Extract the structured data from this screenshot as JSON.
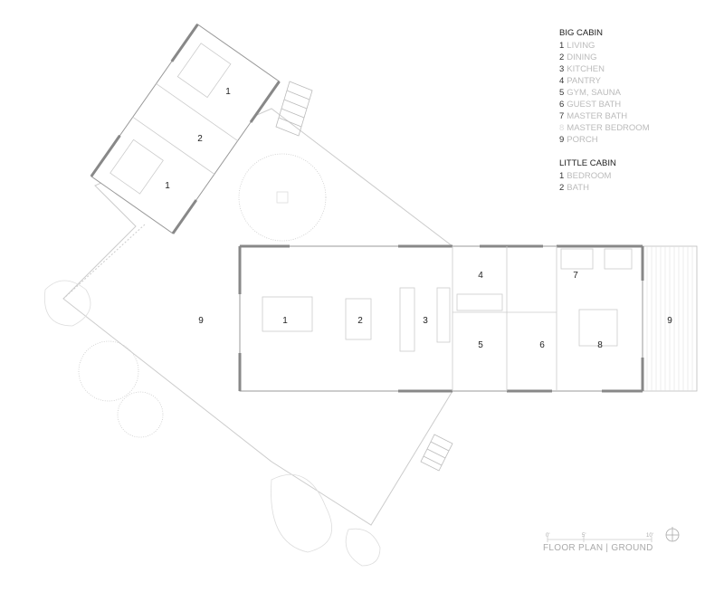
{
  "legend": {
    "big_cabin": {
      "heading": "BIG CABIN",
      "items": [
        {
          "num": "1",
          "label": "LIVING"
        },
        {
          "num": "2",
          "label": "DINING"
        },
        {
          "num": "3",
          "label": "KITCHEN"
        },
        {
          "num": "4",
          "label": "PANTRY"
        },
        {
          "num": "5",
          "label": "GYM, SAUNA"
        },
        {
          "num": "6",
          "label": "GUEST BATH"
        },
        {
          "num": "7",
          "label": "MASTER BATH"
        },
        {
          "num": "8",
          "label": "MASTER BEDROOM"
        },
        {
          "num": "9",
          "label": "PORCH"
        }
      ]
    },
    "little_cabin": {
      "heading": "LITTLE CABIN",
      "items": [
        {
          "num": "1",
          "label": "BEDROOM"
        },
        {
          "num": "2",
          "label": "BATH"
        }
      ]
    }
  },
  "plan": {
    "big_cabin_labels": [
      "1",
      "2",
      "3",
      "4",
      "5",
      "6",
      "7",
      "8",
      "9",
      "9"
    ],
    "little_cabin_labels": [
      "1",
      "2",
      "1"
    ]
  },
  "scale": {
    "ticks": [
      "0'",
      "5'",
      "10'"
    ],
    "title": "FLOOR PLAN | GROUND"
  },
  "north_arrow_icon": "north-arrow-icon"
}
